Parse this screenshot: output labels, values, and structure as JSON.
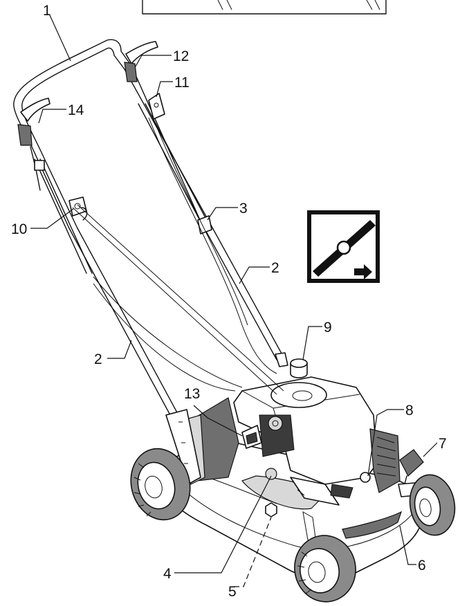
{
  "callouts": [
    {
      "id": "c1",
      "text": "1"
    },
    {
      "id": "c12",
      "text": "12"
    },
    {
      "id": "c11",
      "text": "11"
    },
    {
      "id": "c14",
      "text": "14"
    },
    {
      "id": "c10",
      "text": "10"
    },
    {
      "id": "c3",
      "text": "3"
    },
    {
      "id": "c2a",
      "text": "2"
    },
    {
      "id": "c2b",
      "text": "2"
    },
    {
      "id": "c9",
      "text": "9"
    },
    {
      "id": "c13",
      "text": "13"
    },
    {
      "id": "c8",
      "text": "8"
    },
    {
      "id": "c7",
      "text": "7"
    },
    {
      "id": "c6",
      "text": "6"
    },
    {
      "id": "c4",
      "text": "4"
    },
    {
      "id": "c5",
      "text": "5"
    }
  ],
  "symbol": {
    "icon": "blade-rotation-direction-icon",
    "arrow": "right-arrow-icon"
  },
  "colors": {
    "line": "#111111",
    "shade": "#6f6f6f",
    "light_shade": "#d8d8d8",
    "background": "#ffffff"
  }
}
